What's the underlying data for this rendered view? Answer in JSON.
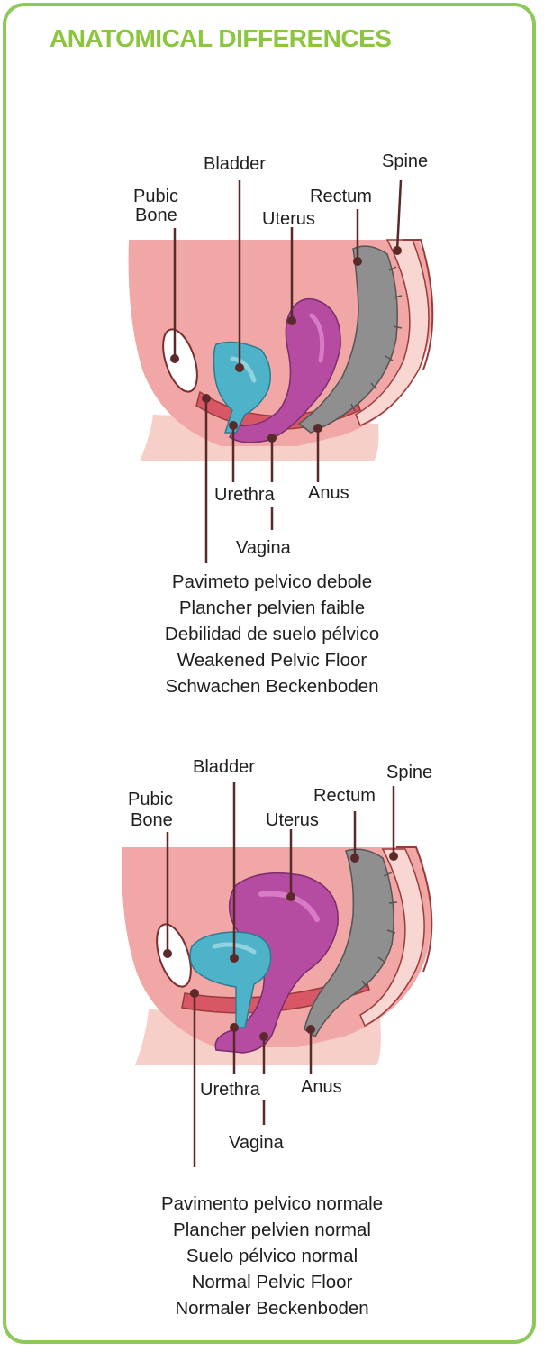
{
  "title": "ANATOMICAL DIFFERENCES",
  "colors": {
    "border": "#8dc85a",
    "title": "#8cc63f",
    "pelvis": "#f0a7a6",
    "muscle": "#d85766",
    "bladder": "#4eb3c8",
    "uterus": "#b64ba2",
    "rectum": "#8f8f8f"
  },
  "weakened": {
    "labels": {
      "pubic_bone": [
        "Pubic",
        "Bone"
      ],
      "bladder": "Bladder",
      "spine": "Spine",
      "rectum": "Rectum",
      "uterus": "Uterus",
      "urethra": "Urethra",
      "anus": "Anus",
      "vagina": "Vagina"
    },
    "caption": [
      "Pavimeto pelvico debole",
      "Plancher pelvien faible",
      "Debilidad de suelo pélvico",
      "Weakened Pelvic Floor",
      "Schwachen Beckenboden"
    ]
  },
  "normal": {
    "labels": {
      "pubic_bone": [
        "Pubic",
        "Bone"
      ],
      "bladder": "Bladder",
      "spine": "Spine",
      "rectum": "Rectum",
      "uterus": "Uterus",
      "urethra": "Urethra",
      "anus": "Anus",
      "vagina": "Vagina"
    },
    "caption": [
      "Pavimento pelvico normale",
      "Plancher pelvien normal",
      "Suelo pélvico normal",
      "Normal Pelvic Floor",
      "Normaler Beckenboden"
    ]
  }
}
